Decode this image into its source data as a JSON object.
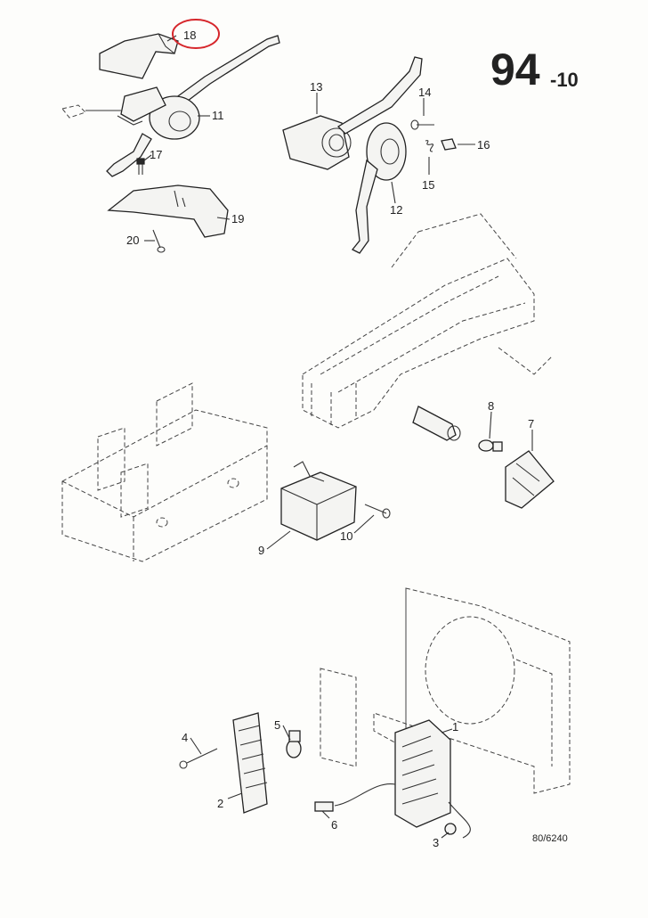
{
  "page": {
    "number_main": "94",
    "number_sub": "-10",
    "drawing_ref": "80/6240"
  },
  "callouts": {
    "p1": "1",
    "p2": "2",
    "p3": "3",
    "p4": "4",
    "p5": "5",
    "p6": "6",
    "p7": "7",
    "p8": "8",
    "p9": "9",
    "p10": "10",
    "p11": "11",
    "p12": "12",
    "p13": "13",
    "p14": "14",
    "p15": "15",
    "p16": "16",
    "p17": "17",
    "p18": "18",
    "p19": "19",
    "p20": "20"
  },
  "highlight": {
    "callout": "18",
    "color": "#d6262b"
  }
}
